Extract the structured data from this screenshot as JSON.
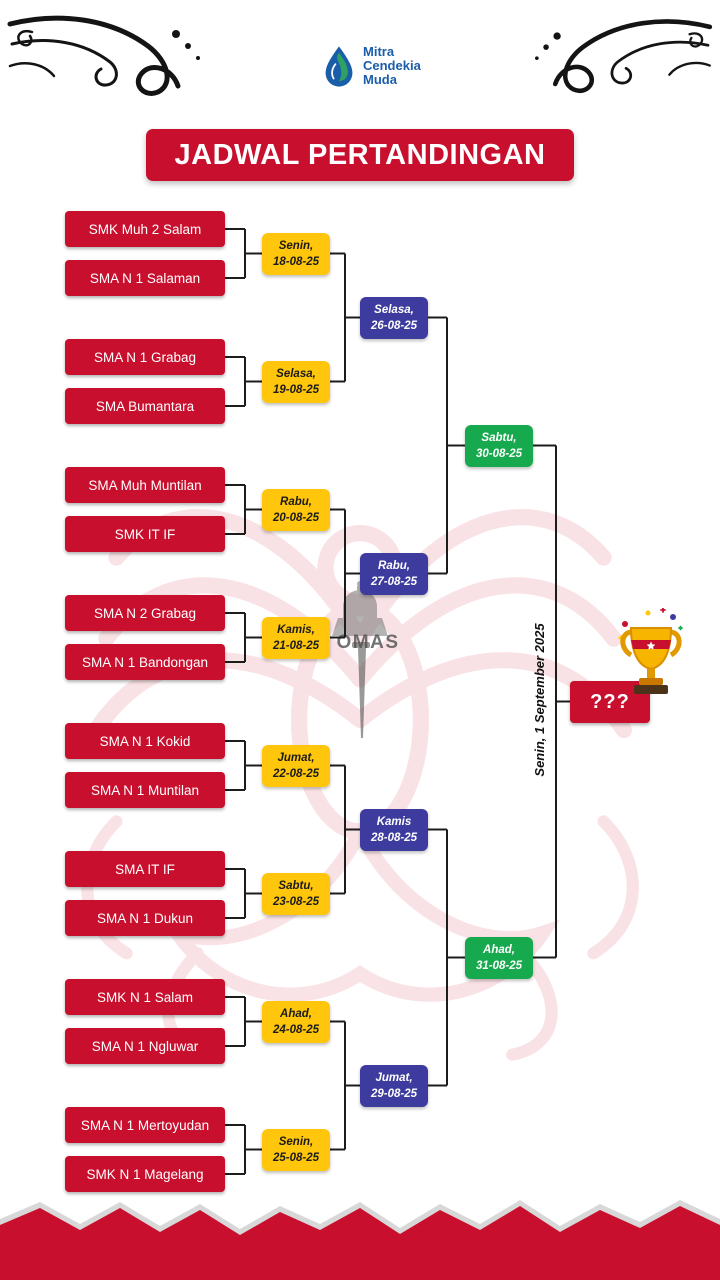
{
  "header": {
    "logo_lines": [
      "Mitra",
      "Cendekia",
      "Muda"
    ],
    "title": "JADWAL PERTANDINGAN"
  },
  "watermark_text": "OMAS",
  "round1": [
    {
      "team_a": "SMK Muh 2 Salam",
      "team_b": "SMA N 1 Salaman",
      "day": "Senin,",
      "date": "18-08-25"
    },
    {
      "team_a": "SMA N 1 Grabag",
      "team_b": "SMA Bumantara",
      "day": "Selasa,",
      "date": "19-08-25"
    },
    {
      "team_a": "SMA Muh Muntilan",
      "team_b": "SMK IT IF",
      "day": "Rabu,",
      "date": "20-08-25"
    },
    {
      "team_a": "SMA N 2 Grabag",
      "team_b": "SMA N 1 Bandongan",
      "day": "Kamis,",
      "date": "21-08-25"
    },
    {
      "team_a": "SMA N 1 Kokid",
      "team_b": "SMA N 1 Muntilan",
      "day": "Jumat,",
      "date": "22-08-25"
    },
    {
      "team_a": "SMA IT IF",
      "team_b": "SMA N 1 Dukun",
      "day": "Sabtu,",
      "date": "23-08-25"
    },
    {
      "team_a": "SMK N 1 Salam",
      "team_b": "SMA N 1 Ngluwar",
      "day": "Ahad,",
      "date": "24-08-25"
    },
    {
      "team_a": "SMA N 1 Mertoyudan",
      "team_b": "SMK N 1 Magelang",
      "day": "Senin,",
      "date": "25-08-25"
    }
  ],
  "round2": [
    {
      "day": "Selasa,",
      "date": "26-08-25"
    },
    {
      "day": "Rabu,",
      "date": "27-08-25"
    },
    {
      "day": "Kamis",
      "date": "28-08-25"
    },
    {
      "day": "Jumat,",
      "date": "29-08-25"
    }
  ],
  "semifinal": [
    {
      "day": "Sabtu,",
      "date": "30-08-25"
    },
    {
      "day": "Ahad,",
      "date": "31-08-25"
    }
  ],
  "final": {
    "placeholder": "???",
    "date": "Senin, 1 September 2025"
  },
  "colors": {
    "red": "#C8102E",
    "yellow": "#FFC60B",
    "blue": "#3D3B9E",
    "green": "#17A94E"
  }
}
